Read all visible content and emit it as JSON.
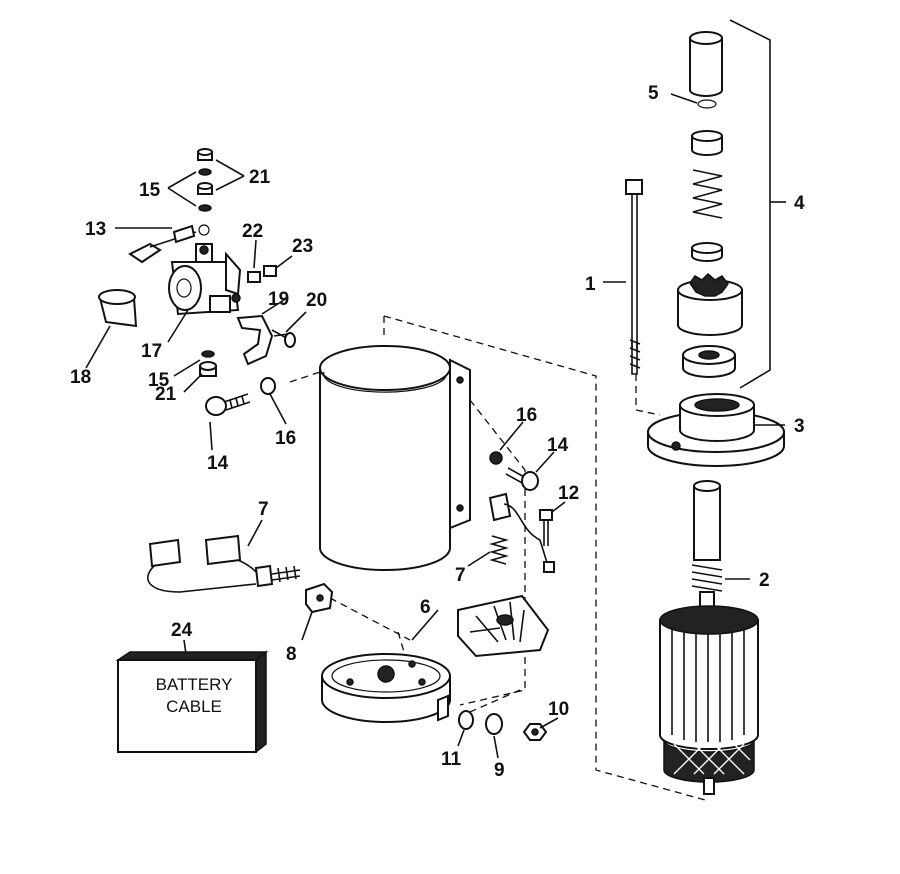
{
  "callouts": [
    "1",
    "2",
    "3",
    "4",
    "5",
    "6",
    "7",
    "7",
    "8",
    "9",
    "10",
    "11",
    "12",
    "13",
    "14",
    "14",
    "15",
    "15",
    "16",
    "16",
    "17",
    "18",
    "19",
    "20",
    "21",
    "21",
    "22",
    "23",
    "24"
  ],
  "battery_box": {
    "line1": "BATTERY",
    "line2": "CABLE"
  }
}
